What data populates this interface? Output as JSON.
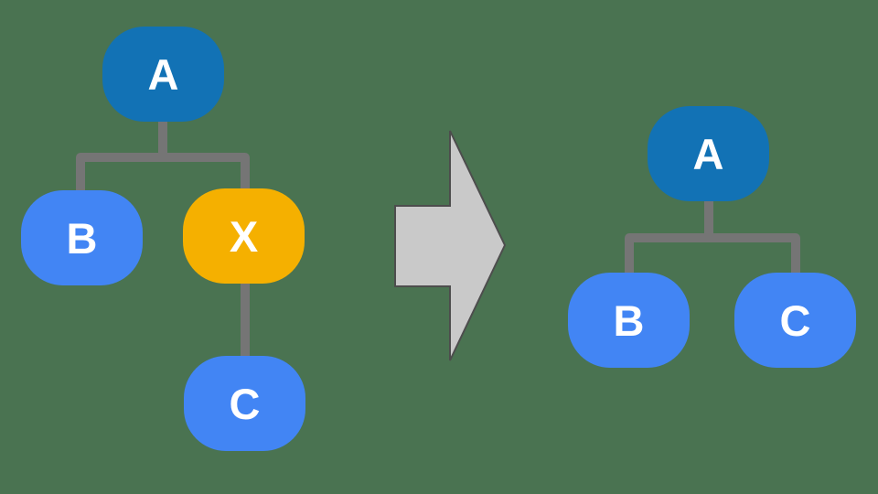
{
  "colors": {
    "background": "#4A7351",
    "node_primary": "#1272B5",
    "node_secondary": "#4285F4",
    "node_highlight": "#F5B000",
    "connector": "#757575",
    "arrow_fill": "#C9C9C9",
    "arrow_stroke": "#4D4D4D",
    "label": "#FFFFFF"
  },
  "before_tree": {
    "nodes": [
      {
        "id": "A",
        "label": "A",
        "color_role": "primary"
      },
      {
        "id": "B",
        "label": "B",
        "color_role": "secondary"
      },
      {
        "id": "X",
        "label": "X",
        "color_role": "highlight"
      },
      {
        "id": "C",
        "label": "C",
        "color_role": "secondary"
      }
    ],
    "edges": [
      [
        "A",
        "B"
      ],
      [
        "A",
        "X"
      ],
      [
        "X",
        "C"
      ]
    ]
  },
  "arrow": {
    "icon": "right-arrow-icon",
    "direction": "right"
  },
  "after_tree": {
    "nodes": [
      {
        "id": "A",
        "label": "A",
        "color_role": "primary"
      },
      {
        "id": "B",
        "label": "B",
        "color_role": "secondary"
      },
      {
        "id": "C",
        "label": "C",
        "color_role": "secondary"
      }
    ],
    "edges": [
      [
        "A",
        "B"
      ],
      [
        "A",
        "C"
      ]
    ]
  }
}
